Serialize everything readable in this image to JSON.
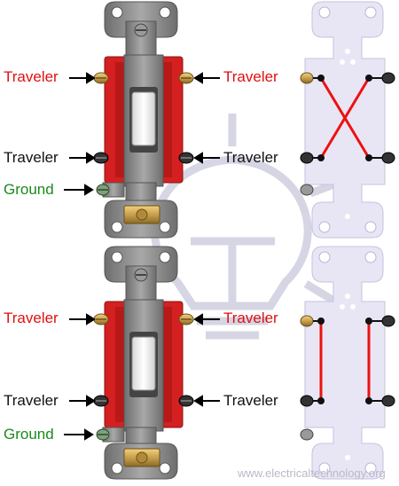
{
  "labels": {
    "traveler": "Traveler",
    "ground": "Ground"
  },
  "watermark": "www.electricaltechnology.org",
  "colors": {
    "traveler_label": "#e01010",
    "ground_label": "#1a8a1a",
    "switch_body": "#d42020",
    "yoke": "#8c8c8c",
    "terminal_brass": "#c8a050",
    "terminal_black": "#222222",
    "backplate": "#e8e6f5",
    "internal_wire": "#ee1111",
    "bulb_watermark": "#c8c8dc"
  },
  "diagrams": [
    {
      "id": "top",
      "internal_connection": "crossed"
    },
    {
      "id": "bottom",
      "internal_connection": "straight"
    }
  ]
}
